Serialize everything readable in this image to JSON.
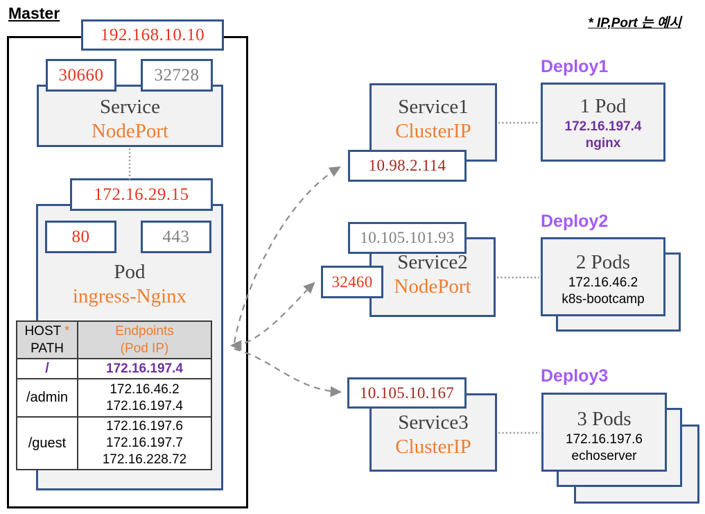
{
  "note": {
    "text": "* IP,Port 는 예시"
  },
  "master": {
    "label": "Master",
    "node_ip": "192.168.10.10",
    "service": {
      "name": "Service",
      "type": "NodePort",
      "active_port": "30660",
      "secondary_port": "32728"
    },
    "ingress_pod": {
      "ip": "172.16.29.15",
      "name": "Pod",
      "app": "ingress-Nginx",
      "active_port": "80",
      "secondary_port": "443"
    },
    "routing_table": {
      "header": {
        "host": "HOST",
        "star": "*",
        "path": "PATH",
        "endpoints": "Endpoints",
        "endpoints_sub": "(Pod IP)"
      },
      "rows": [
        {
          "path": "/",
          "endpoints": [
            "172.16.197.4"
          ]
        },
        {
          "path": "/admin",
          "endpoints": [
            "172.16.46.2",
            "172.16.197.4"
          ]
        },
        {
          "path": "/guest",
          "endpoints": [
            "172.16.197.6",
            "172.16.197.7",
            "172.16.228.72"
          ]
        }
      ]
    }
  },
  "services": [
    {
      "name": "Service1",
      "type": "ClusterIP",
      "ip": "10.98.2.114"
    },
    {
      "name": "Service2",
      "type": "NodePort",
      "ip": "10.105.101.93",
      "node_port": "32460"
    },
    {
      "name": "Service3",
      "type": "ClusterIP",
      "ip": "10.105.10.167"
    }
  ],
  "deployments": [
    {
      "label": "Deploy1",
      "pods": "1 Pod",
      "pod_ip": "172.16.197.4",
      "app": "nginx"
    },
    {
      "label": "Deploy2",
      "pods": "2 Pods",
      "pod_ip": "172.16.46.2",
      "app": "k8s-bootcamp"
    },
    {
      "label": "Deploy3",
      "pods": "3 Pods",
      "pod_ip": "172.16.197.6",
      "app": "echoserver"
    }
  ],
  "colors": {
    "border_blue": "#34558b",
    "box_fill": "#f2f2f2",
    "red": "#e8341c",
    "dark_red": "#a5281c",
    "orange": "#ed7d31",
    "purple": "#7030a0",
    "bright_purple": "#a35bf7",
    "gray": "#7f7f7f",
    "dark_gray": "#3f3f3f",
    "arrow_gray": "#8c8c8c"
  }
}
